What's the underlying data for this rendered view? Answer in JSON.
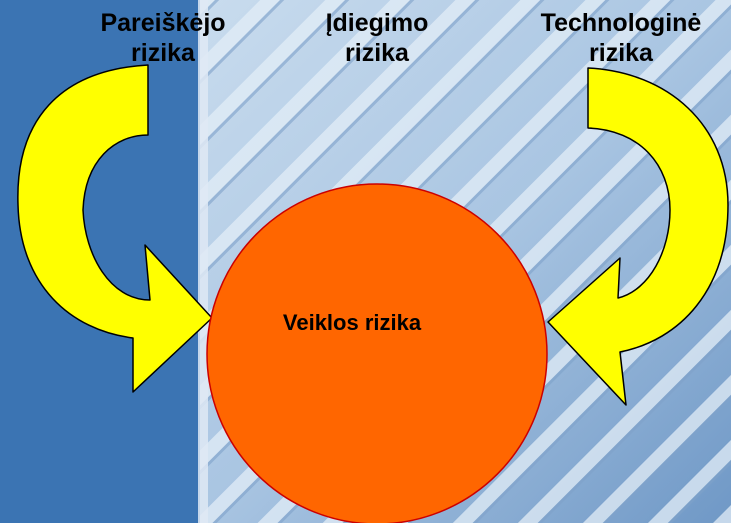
{
  "risks": {
    "left": {
      "line1": "Pareiškėjo",
      "line2": "rizika"
    },
    "middle": {
      "line1": "Įdiegimo",
      "line2": "rizika"
    },
    "right": {
      "line1": "Technologinė",
      "line2": "rizika"
    }
  },
  "center": {
    "label": "Veiklos rizika"
  },
  "colors": {
    "left_panel": "#3b74b3",
    "arrow_fill": "#ffff00",
    "circle_fill": "#ff6600",
    "circle_stroke": "#cc0000"
  }
}
